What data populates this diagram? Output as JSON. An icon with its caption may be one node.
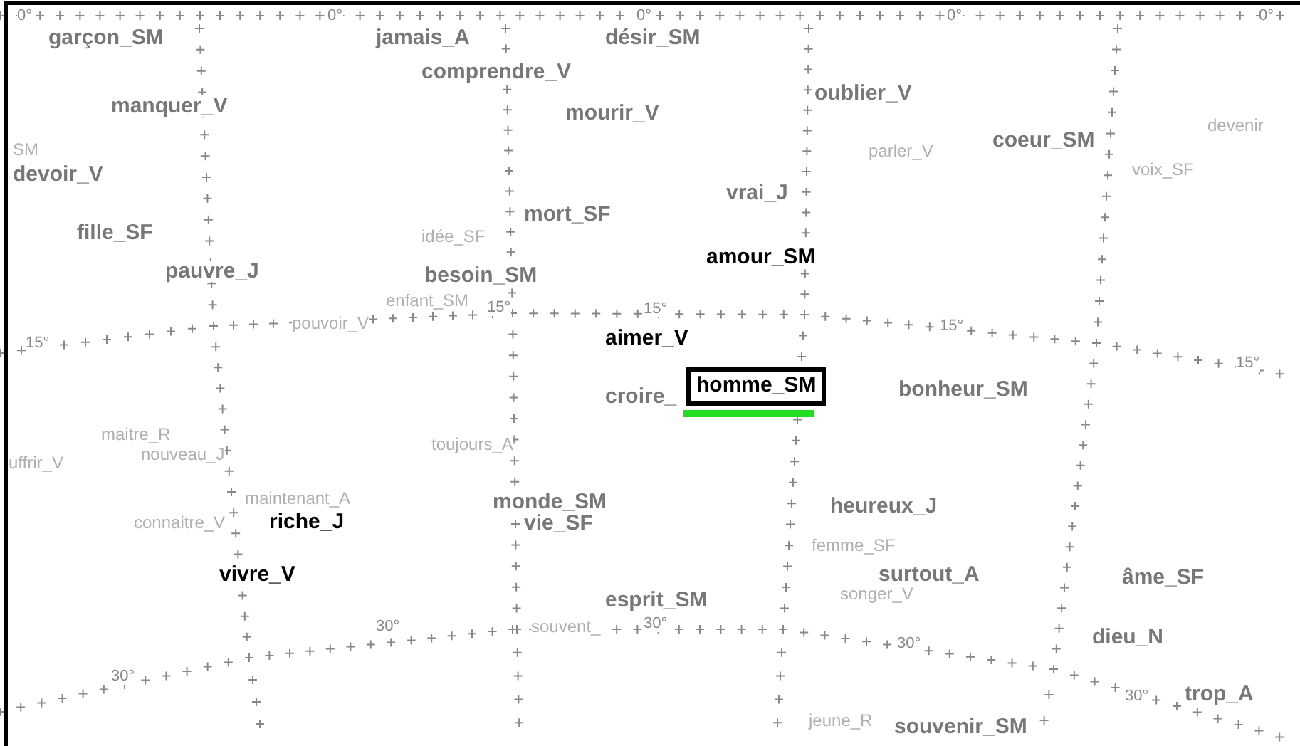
{
  "diagram": {
    "nodes": [
      {
        "text": [
          "homme_SM"
        ]
      }
    ],
    "labels": [
      "0°",
      "0°",
      "0°",
      "0°",
      "0°",
      "garçon_SM",
      "jamais_A",
      "désir_SM",
      "comprendre_V",
      "oublier_V",
      "manquer_V",
      "mourir_V",
      "devenir",
      "SM",
      "devoir_V",
      "parler_V",
      "coeur_SM",
      "voix_SF",
      "vrai_J",
      "mort_SF",
      "fille_SF",
      "idée_SF",
      "amour_SM",
      "pauvre_J",
      "besoin_SM",
      "enfant_SM",
      "15°",
      "pouvoir_V",
      "15°",
      "15°",
      "15°",
      "15°",
      "aimer_V",
      "croire_",
      "bonheur_SM",
      "maitre_R",
      "uffrir_V",
      "nouveau_J",
      "toujours_A",
      "maintenant_A",
      "monde_SM",
      "heureux_J",
      "connaitre_V",
      "riche_J",
      "vie_SF",
      "femme_SF",
      "vivre_V",
      "surtout_A",
      "âme_SF",
      "songer_V",
      "esprit_SM",
      "30°",
      "souvent_",
      "30°",
      "30°",
      "dieu_N",
      "30°",
      "30°",
      "trop_A",
      "jeune_R",
      "souvenir_SM"
    ]
  }
}
